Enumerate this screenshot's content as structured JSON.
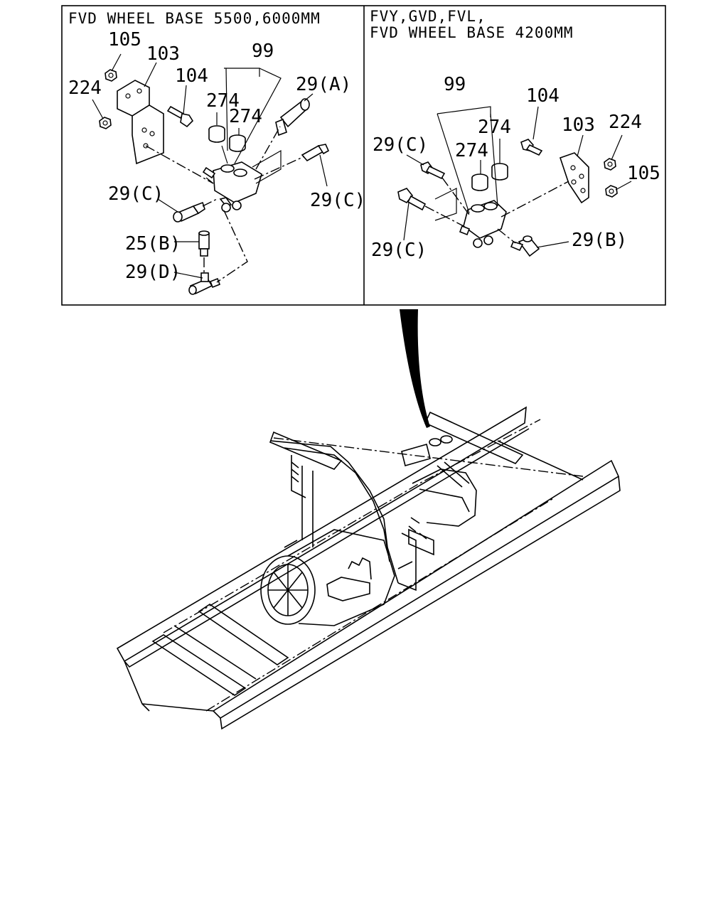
{
  "panels": {
    "left": {
      "title_line1": "FVD WHEEL BASE 5500,6000MM",
      "labels": {
        "p105": "105",
        "p103": "103",
        "p99": "99",
        "p104": "104",
        "p224": "224",
        "p274a": "274",
        "p274b": "274",
        "p29a": "29(A)",
        "p29c_left": "29(C)",
        "p29c_right": "29(C)",
        "p25b": "25(B)",
        "p29d": "29(D)"
      }
    },
    "right": {
      "title_line1": "FVY,GVD,FVL,",
      "title_line2": "FVD WHEEL BASE 4200MM",
      "labels": {
        "p99": "99",
        "p104": "104",
        "p274a": "274",
        "p103": "103",
        "p224": "224",
        "p29c_top": "29(C)",
        "p274b": "274",
        "p105": "105",
        "p29c_bottom": "29(C)",
        "p29b": "29(B)"
      }
    }
  },
  "icons": {
    "frame": "truck-chassis-frame-illustration",
    "valve": "air-valve-assembly-icon",
    "pointer": "location-pointer-icon"
  }
}
